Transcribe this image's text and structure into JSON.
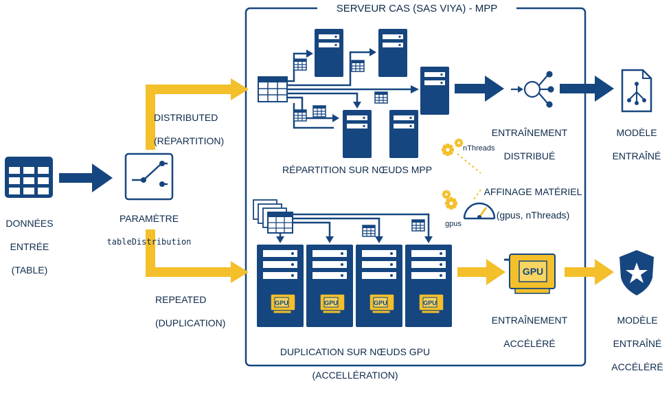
{
  "colors": {
    "navy": "#16467f",
    "gold": "#f3bf2a",
    "text": "#0d2a4a"
  },
  "cas_title": "SERVEUR CAS (SAS VIYA) - MPP",
  "input": {
    "line1": "DONNÉES",
    "line2": "ENTRÉE",
    "line3": "(TABLE)"
  },
  "parameter": {
    "title": "PARAMÈTRE",
    "code": "tableDistribution"
  },
  "distributed": {
    "line1": "DISTRIBUTED",
    "line2": "(RÉPARTITION)"
  },
  "repeated": {
    "line1": "REPEATED",
    "line2": "(DUPLICATION)"
  },
  "mpp": {
    "caption": "RÉPARTITION SUR NŒUDS MPP",
    "training": {
      "line1": "ENTRAÎNEMENT",
      "line2": "DISTRIBUÉ"
    },
    "output": {
      "line1": "MODÈLE",
      "line2": "ENTRAÎNÉ"
    }
  },
  "tuning": {
    "line1": "AFFINAGE MATÉRIEL",
    "line2": "(gpus, nThreads)",
    "nthreads": "nThreads",
    "gpus": "gpus"
  },
  "gpu": {
    "caption_line1": "DUPLICATION SUR NŒUDS GPU",
    "caption_line2": "(ACCELLÉRATION)",
    "chip_label": "GPU",
    "training": {
      "line1": "ENTRAÎNEMENT",
      "line2": "ACCÉLÉRÉ"
    },
    "output": {
      "line1": "MODÈLE",
      "line2": "ENTRAÎNÉ",
      "line3": "ACCÉLÉRÉ"
    }
  },
  "icons": [
    "table-icon",
    "switch-icon",
    "server-icon",
    "gpu-card-icon",
    "gear-icon",
    "gauge-icon",
    "network-icon",
    "model-document-icon",
    "shield-star-icon"
  ]
}
